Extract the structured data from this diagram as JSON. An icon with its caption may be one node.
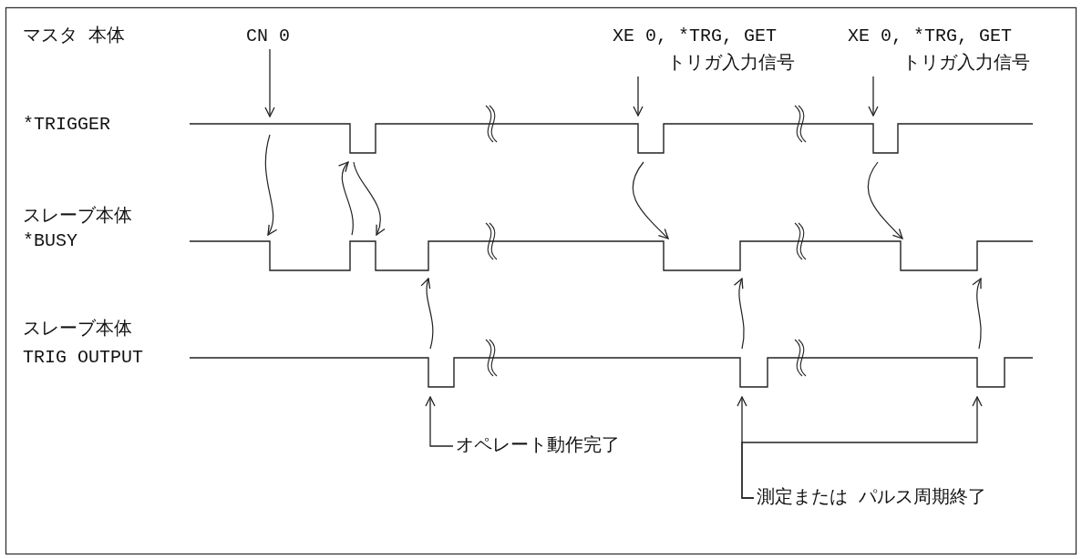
{
  "diagram": {
    "nodes": [
      {
        "text": [
          "CN 0"
        ]
      },
      {
        "text": [
          "XE 0, *TRG, GET",
          "トリガ入力信号"
        ]
      },
      {
        "text": [
          "XE 0, *TRG, GET",
          "トリガ入力信号"
        ]
      },
      {
        "text": [
          "オペレート動作完了"
        ]
      },
      {
        "text": [
          "測定または パルス周期終了"
        ]
      }
    ],
    "edges": [
      {
        "from": 0,
        "to": null,
        "arrow": "to"
      },
      {
        "from": 1,
        "to": null,
        "arrow": "to"
      },
      {
        "from": 2,
        "to": null,
        "arrow": "to"
      },
      {
        "from": 3,
        "to": null,
        "arrow": "to"
      },
      {
        "from": 4,
        "to": null,
        "arrow": "to"
      },
      {
        "from": 4,
        "to": null,
        "arrow": "to"
      }
    ],
    "labels": [
      "マスタ 本体",
      "*TRIGGER",
      "スレーブ本体",
      "*BUSY",
      "スレーブ本体",
      "TRIG OUTPUT"
    ]
  }
}
